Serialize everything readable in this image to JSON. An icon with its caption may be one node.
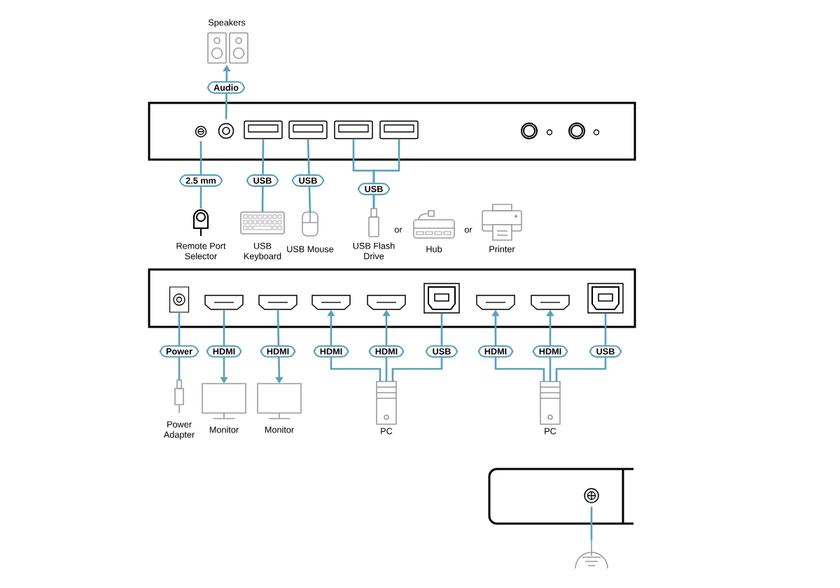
{
  "diagram": {
    "nodes": [
      {
        "text": [
          "Speakers"
        ]
      },
      {
        "text": [],
        "shape": "box"
      },
      {
        "text": [],
        "shape": "circle",
        "in": 1
      },
      {
        "text": [],
        "shape": "circle",
        "in": 1
      },
      {
        "text": [],
        "shape": "box",
        "in": 1
      },
      {
        "text": [],
        "shape": "box",
        "in": 1
      },
      {
        "text": [],
        "shape": "box",
        "in": 1
      },
      {
        "text": [],
        "shape": "box",
        "in": 1
      },
      {
        "text": [
          "Remote Port Selector"
        ]
      },
      {
        "text": [
          "USB Keyboard"
        ]
      },
      {
        "text": [
          "USB Mouse"
        ]
      },
      {
        "text": [
          "USB Flash Drive"
        ]
      },
      {
        "text": [
          "Hub"
        ]
      },
      {
        "text": [
          "Printer"
        ]
      },
      {
        "text": [],
        "shape": "box"
      },
      {
        "text": [],
        "shape": "box",
        "in": 14
      },
      {
        "text": [],
        "shape": "trapezoid",
        "in": 14
      },
      {
        "text": [],
        "shape": "trapezoid",
        "in": 14
      },
      {
        "text": [],
        "shape": "trapezoid",
        "in": 14
      },
      {
        "text": [],
        "shape": "trapezoid",
        "in": 14
      },
      {
        "text": [],
        "shape": "box",
        "in": 14
      },
      {
        "text": [],
        "shape": "trapezoid",
        "in": 14
      },
      {
        "text": [],
        "shape": "trapezoid",
        "in": 14
      },
      {
        "text": [],
        "shape": "box",
        "in": 14
      },
      {
        "text": [
          "Power Adapter"
        ]
      },
      {
        "text": [
          "Monitor"
        ]
      },
      {
        "text": [
          "Monitor"
        ]
      },
      {
        "text": [
          "PC"
        ]
      },
      {
        "text": [
          "PC"
        ]
      },
      {
        "text": [],
        "shape": "box"
      },
      {
        "text": [],
        "shape": "circle",
        "in": 29
      },
      {
        "text": [],
        "shape": "symbol"
      }
    ],
    "edges": [
      {
        "from": 3,
        "to": 0,
        "arrow": "to",
        "label": "Audio"
      },
      {
        "from": 2,
        "to": 8,
        "arrow": "none",
        "label": "2.5 mm"
      },
      {
        "from": 4,
        "to": 9,
        "arrow": "none",
        "label": "USB"
      },
      {
        "from": 5,
        "to": 10,
        "arrow": "none",
        "label": "USB"
      },
      {
        "from": 6,
        "to": 11,
        "arrow": "none",
        "label": "USB"
      },
      {
        "from": 7,
        "to": 11,
        "arrow": "none"
      },
      {
        "from": 15,
        "to": 24,
        "arrow": "none",
        "label": "Power"
      },
      {
        "from": 16,
        "to": 25,
        "arrow": "to",
        "label": "HDMI"
      },
      {
        "from": 17,
        "to": 26,
        "arrow": "to",
        "label": "HDMI"
      },
      {
        "from": 27,
        "to": 18,
        "arrow": "to",
        "label": "HDMI"
      },
      {
        "from": 27,
        "to": 19,
        "arrow": "to",
        "label": "HDMI"
      },
      {
        "from": 27,
        "to": 20,
        "arrow": "none",
        "label": "USB"
      },
      {
        "from": 28,
        "to": 21,
        "arrow": "to",
        "label": "HDMI"
      },
      {
        "from": 28,
        "to": 22,
        "arrow": "to",
        "label": "HDMI"
      },
      {
        "from": 28,
        "to": 23,
        "arrow": "none",
        "label": "USB"
      },
      {
        "from": 30,
        "to": 31,
        "arrow": "none"
      }
    ],
    "labels": [
      "or",
      "or"
    ]
  }
}
